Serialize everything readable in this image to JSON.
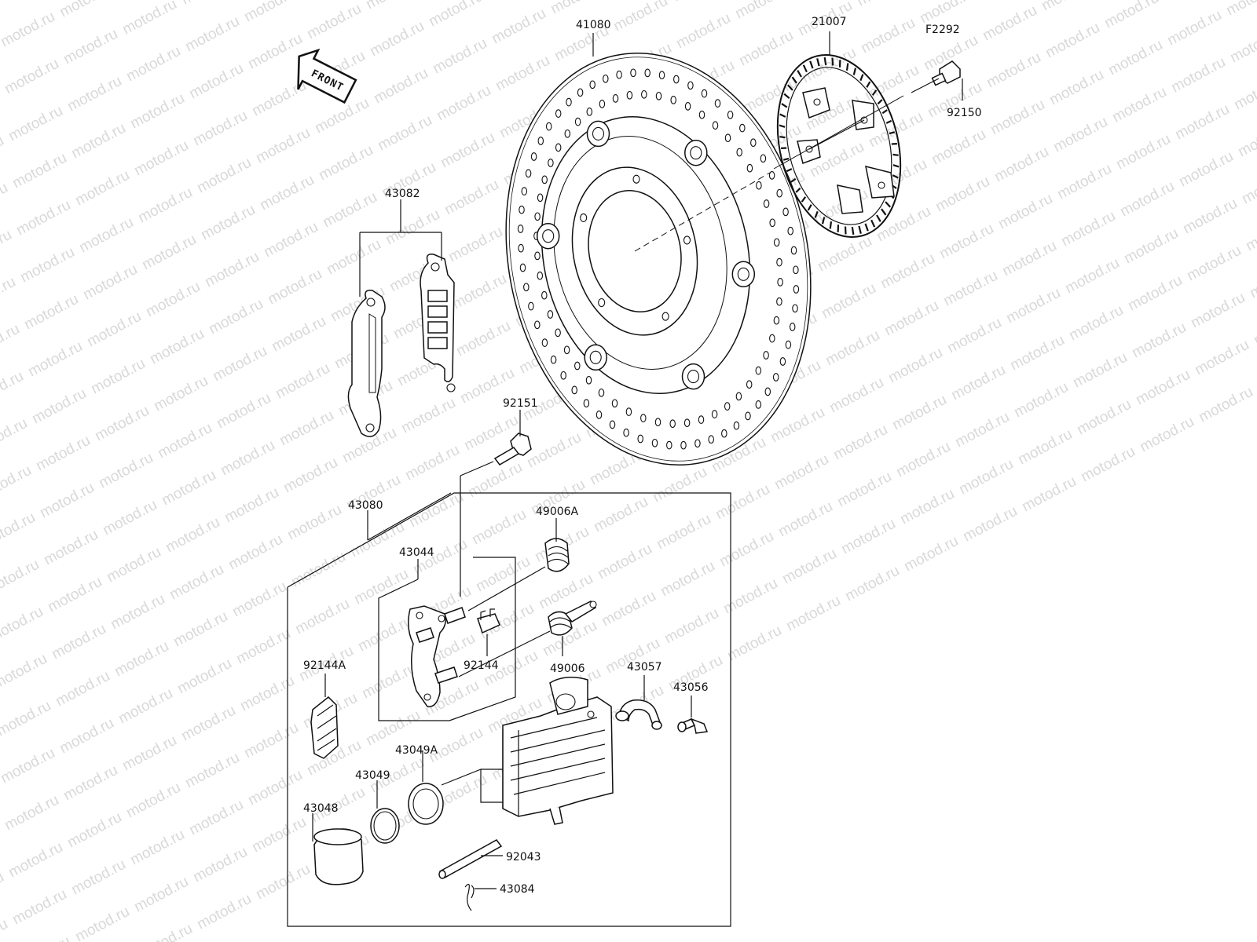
{
  "watermark": "motod.ru",
  "front_arrow_label": "FRONT",
  "labels": {
    "disc": "41080",
    "abs_rotor": "21007",
    "rotor_bolt_ref": "F2292",
    "rotor_bolt": "92150",
    "brake_pads": "43082",
    "caliper_bolt": "92151",
    "caliper_assy": "43080",
    "boot_a": "49006A",
    "bracket": "43044",
    "pad_spring": "92144",
    "boot_pin": "49006",
    "cap": "43057",
    "bleeder_valve": "43056",
    "pad_spring_a": "92144A",
    "piston_seal_a": "43049A",
    "piston_seal": "43049",
    "piston": "43048",
    "pad_pin": "92043",
    "clip": "43084"
  }
}
